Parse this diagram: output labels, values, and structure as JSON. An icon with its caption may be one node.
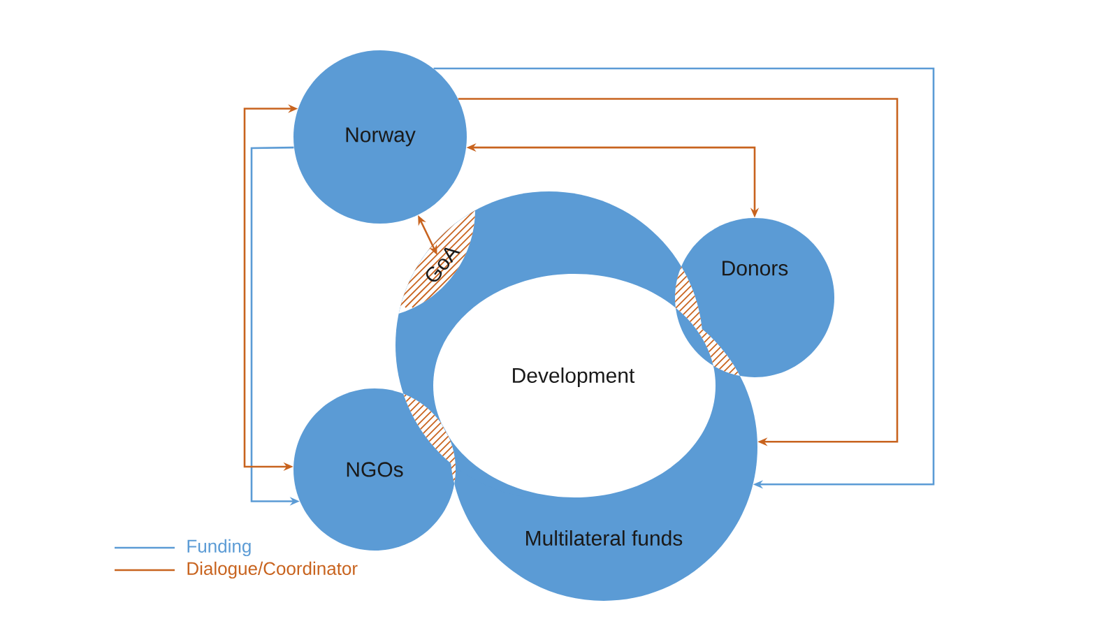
{
  "diagram": {
    "nodes": [
      {
        "text": [
          "Norway"
        ]
      },
      {
        "text": [
          "GoA"
        ]
      },
      {
        "text": [
          "Donors"
        ]
      },
      {
        "text": [
          "Development",
          "Multilateral funds"
        ]
      },
      {
        "text": [
          "NGOs"
        ]
      }
    ],
    "edges": [
      {
        "from": 0,
        "to": 4,
        "arrow": "to",
        "color": "#5b9bd5"
      },
      {
        "from": 4,
        "to": 0,
        "arrow": "both"
      },
      {
        "from": 0,
        "to": 3,
        "arrow": "to"
      },
      {
        "from": 0,
        "to": 3,
        "arrow": "to",
        "color": "#5b9bd5"
      },
      {
        "from": 0,
        "to": 2,
        "arrow": "both"
      },
      {
        "from": 0,
        "to": 1,
        "arrow": "both"
      }
    ],
    "legend": [
      {
        "text": "Funding",
        "color": "#5b9bd5"
      },
      {
        "text": "Dialogue/Coordinator",
        "color": "#c8631e"
      }
    ]
  }
}
